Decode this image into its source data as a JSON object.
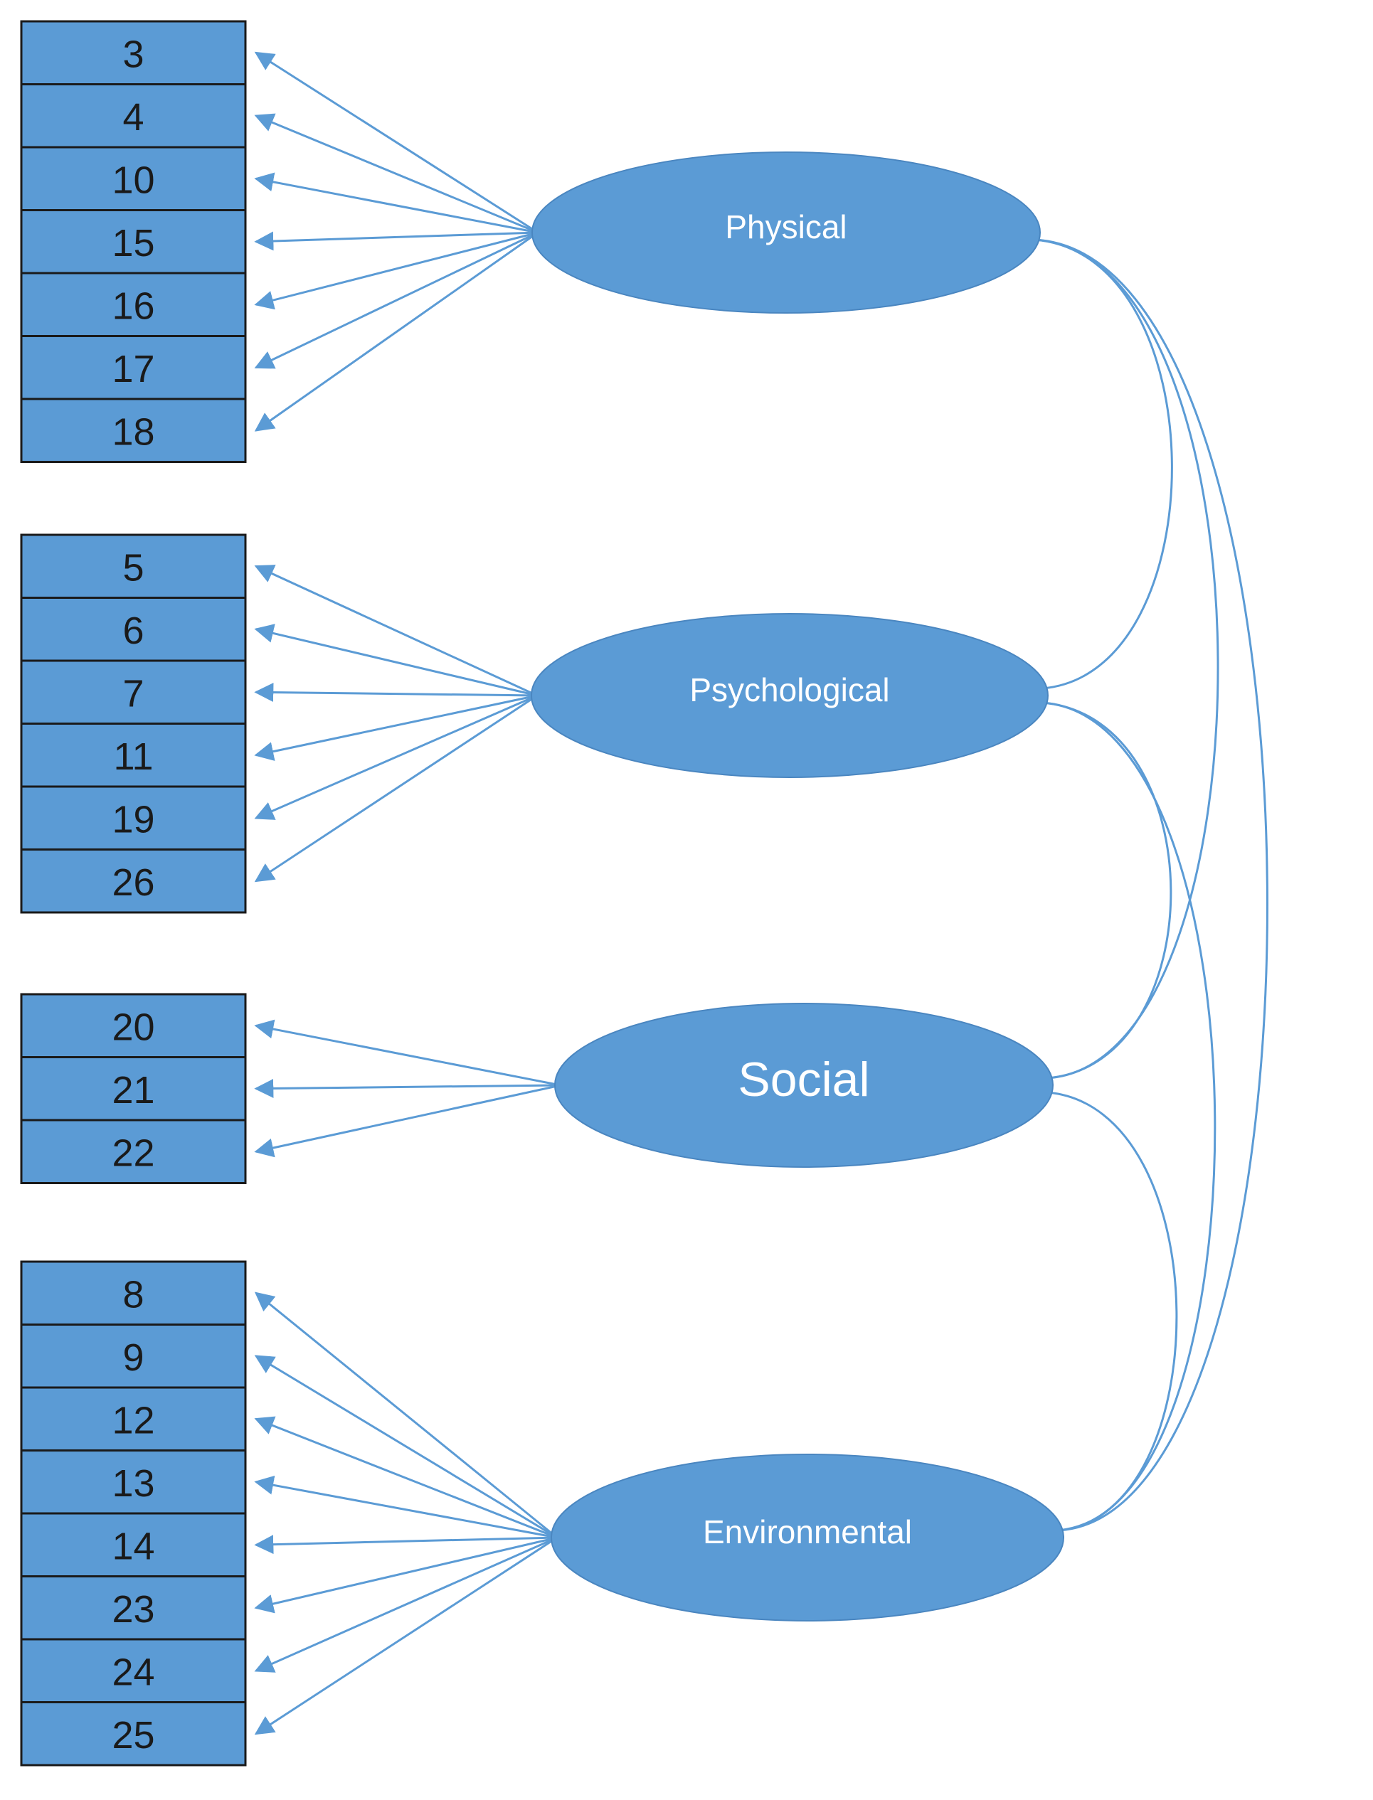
{
  "colors": {
    "fill": "#5b9bd5",
    "line": "#5b9bd5",
    "border": "#1a1a1a",
    "factor_text": "#ffffff"
  },
  "factors": [
    {
      "id": "physical",
      "label": "Physical",
      "items": [
        "3",
        "4",
        "10",
        "15",
        "16",
        "17",
        "18"
      ]
    },
    {
      "id": "psychological",
      "label": "Psychological",
      "items": [
        "5",
        "6",
        "7",
        "11",
        "19",
        "26"
      ]
    },
    {
      "id": "social",
      "label": "Social",
      "items": [
        "20",
        "21",
        "22"
      ]
    },
    {
      "id": "environmental",
      "label": "Environmental",
      "items": [
        "8",
        "9",
        "12",
        "13",
        "14",
        "23",
        "24",
        "25"
      ]
    }
  ],
  "correlations": [
    [
      "physical",
      "psychological"
    ],
    [
      "physical",
      "social"
    ],
    [
      "physical",
      "environmental"
    ],
    [
      "psychological",
      "social"
    ],
    [
      "psychological",
      "environmental"
    ],
    [
      "social",
      "environmental"
    ]
  ]
}
